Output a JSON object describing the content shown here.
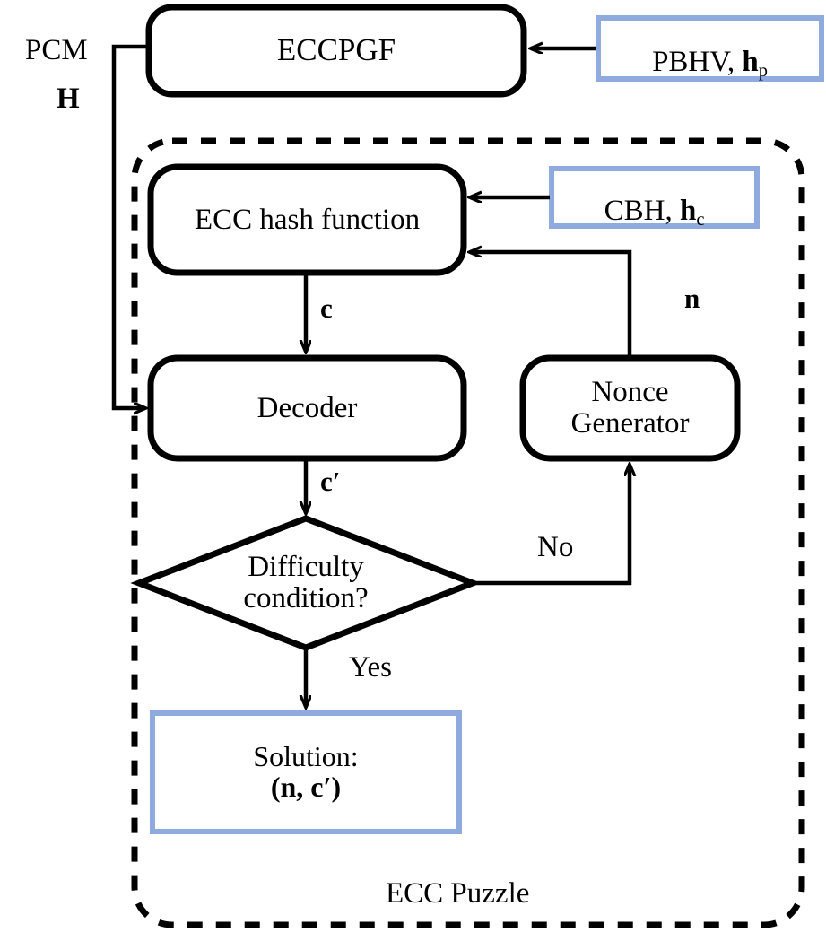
{
  "figure": {
    "title": "ECC Puzzle generation and solving flowchart",
    "background": "#ffffff",
    "stroke_black": "#000000",
    "accent_blue": "#8FAADC"
  },
  "nodes": {
    "eccpgf": {
      "label": "ECCPGF",
      "shape": "rounded-rect",
      "border": "#000000"
    },
    "pbhv": {
      "label": "PBHV, ",
      "sub_main": "h",
      "sub_script": "p",
      "shape": "rect",
      "border": "#8FAADC"
    },
    "cbh": {
      "label": "CBH, ",
      "sub_main": "h",
      "sub_script": "c",
      "shape": "rect",
      "border": "#8FAADC"
    },
    "ecc_hash": {
      "label": "ECC hash function",
      "shape": "rounded-rect",
      "border": "#000000"
    },
    "decoder": {
      "label": "Decoder",
      "shape": "rounded-rect",
      "border": "#000000"
    },
    "nonce": {
      "label": "Nonce\nGenerator",
      "shape": "rounded-rect",
      "border": "#000000"
    },
    "difficulty": {
      "label": "Difficulty\ncondition?",
      "shape": "diamond",
      "border": "#000000"
    },
    "solution": {
      "label_line1": "Solution:",
      "label_line2": "(n, c′)",
      "shape": "rect",
      "border": "#8FAADC"
    }
  },
  "edge_labels": {
    "pcm_line1": "PCM",
    "pcm_line2": "H",
    "codeword": "c",
    "decoded_codeword": "c′",
    "nonce_symbol": "n",
    "branch_no": "No",
    "branch_yes": "Yes"
  },
  "container": {
    "label": "ECC Puzzle",
    "style": "dashed-rounded"
  }
}
